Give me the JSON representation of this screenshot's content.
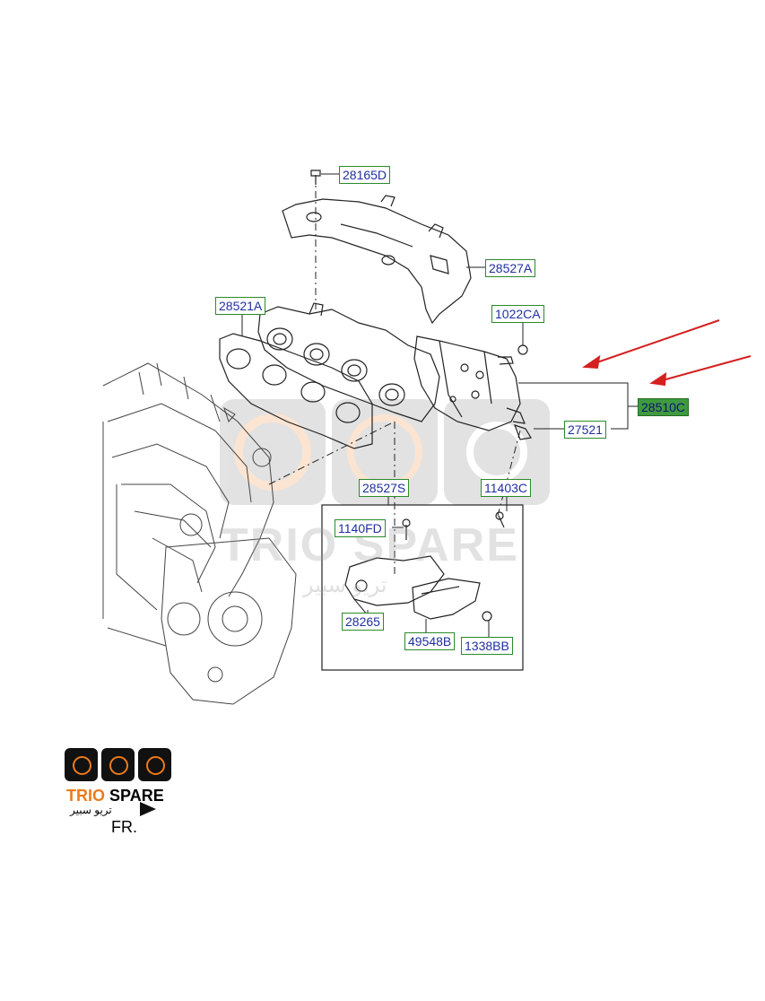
{
  "diagram": {
    "labels": {
      "l28165D": "28165D",
      "l28527A": "28527A",
      "l28521A": "28521A",
      "l1022CA": "1022CA",
      "l28510C": "28510C",
      "l27521": "27521",
      "l28527S": "28527S",
      "l11403C": "11403C",
      "l1140FD": "1140FD",
      "l28265": "28265",
      "l49548B": "49548B",
      "l1338BB": "1338BB"
    },
    "highlighted_part": "28510C"
  },
  "watermark": {
    "brand": "TRIO SPARE",
    "arabic": "تريو سبير"
  },
  "logo": {
    "brand_trio": "TRIO",
    "brand_spare": "SPARE",
    "arabic": "تريو سبير",
    "caption": "FR."
  },
  "colors": {
    "label_text": "#1f2fa0",
    "label_border": "#2b8a2b",
    "highlight_bg": "#3f9a3f",
    "arrow": "#d42020",
    "logo_accent": "#ee7a1a"
  },
  "icons": [
    "gauge-icon",
    "speedometer-icon",
    "engine-icon",
    "arrow-right-icon"
  ]
}
